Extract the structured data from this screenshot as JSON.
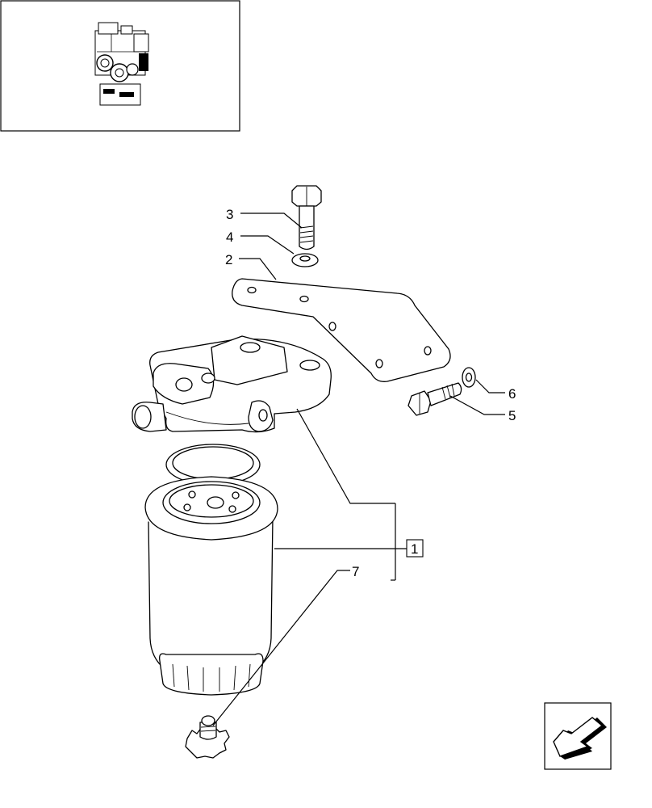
{
  "diagram": {
    "callouts": [
      {
        "id": "c3",
        "label": "3"
      },
      {
        "id": "c4",
        "label": "4"
      },
      {
        "id": "c2",
        "label": "2"
      },
      {
        "id": "c6",
        "label": "6"
      },
      {
        "id": "c5",
        "label": "5"
      },
      {
        "id": "c7",
        "label": "7"
      }
    ],
    "kit_label": "1",
    "nav_arrow_icon": "back-arrow-icon",
    "thumbnail_icon": "engine-thumbnail-icon"
  }
}
